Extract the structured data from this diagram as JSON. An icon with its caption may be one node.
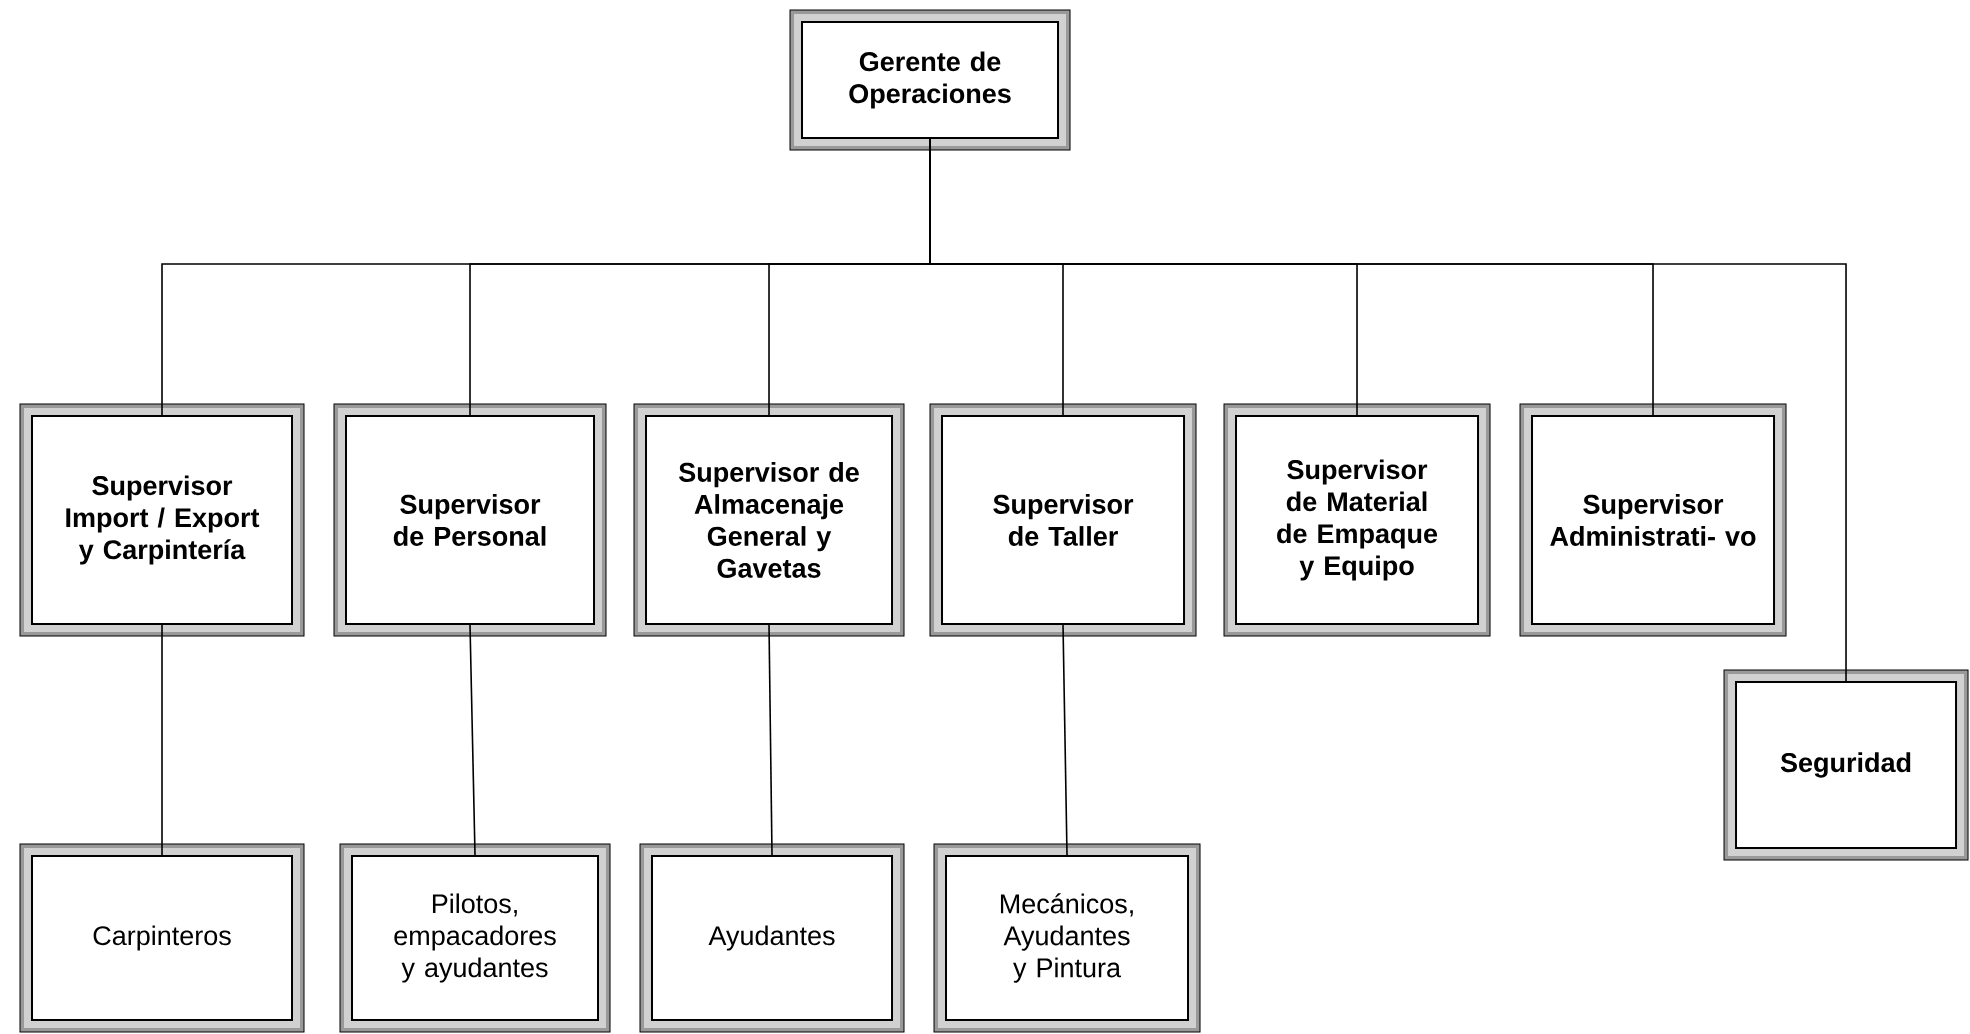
{
  "diagram": {
    "nodes": [
      {
        "text": [
          "Gerente de Operaciones"
        ]
      },
      {
        "text": [
          "Supervisor Import / Export y Carpintería"
        ]
      },
      {
        "text": [
          "Supervisor de Personal"
        ]
      },
      {
        "text": [
          "Supervisor de Almacenaje General y Gavetas"
        ]
      },
      {
        "text": [
          "Supervisor de Taller"
        ]
      },
      {
        "text": [
          "Supervisor de Material de Empaque y Equipo"
        ]
      },
      {
        "text": [
          "Supervisor Administrati- vo"
        ]
      },
      {
        "text": [
          "Seguridad"
        ]
      },
      {
        "text": [
          "Carpinteros"
        ]
      },
      {
        "text": [
          "Pilotos, empacadores y ayudantes"
        ]
      },
      {
        "text": [
          "Ayudantes"
        ]
      },
      {
        "text": [
          "Mecánicos, Ayudantes y Pintura"
        ]
      }
    ],
    "edges": [
      {
        "from": 0,
        "to": 1,
        "arrow": "none"
      },
      {
        "from": 0,
        "to": 2,
        "arrow": "none"
      },
      {
        "from": 0,
        "to": 3,
        "arrow": "none"
      },
      {
        "from": 0,
        "to": 4,
        "arrow": "none"
      },
      {
        "from": 0,
        "to": 5,
        "arrow": "none"
      },
      {
        "from": 0,
        "to": 6,
        "arrow": "none"
      },
      {
        "from": 0,
        "to": 7,
        "arrow": "none"
      },
      {
        "from": 1,
        "to": 8,
        "arrow": "none"
      },
      {
        "from": 2,
        "to": 9,
        "arrow": "none"
      },
      {
        "from": 3,
        "to": 10,
        "arrow": "none"
      },
      {
        "from": 4,
        "to": 11,
        "arrow": "none"
      }
    ]
  }
}
